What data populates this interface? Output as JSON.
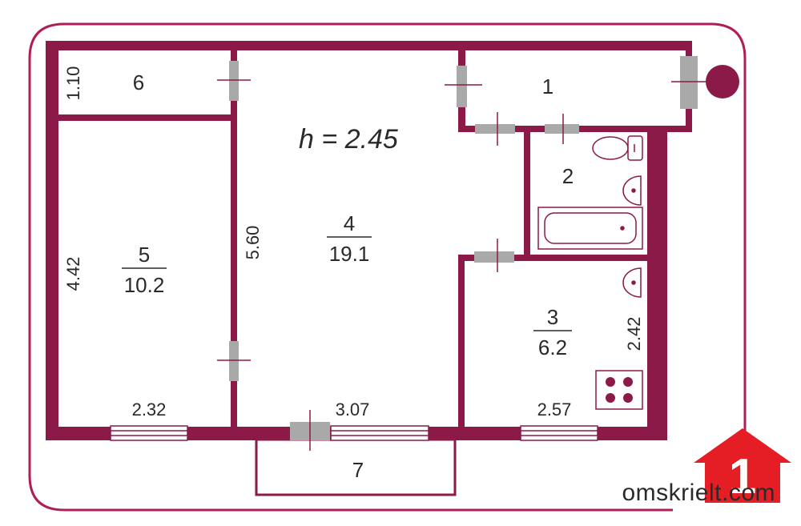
{
  "plan": {
    "ceiling_height": "h = 2.45",
    "rooms": [
      {
        "number": "1"
      },
      {
        "number": "2"
      },
      {
        "number": "3",
        "area": "6.2"
      },
      {
        "number": "4",
        "area": "19.1"
      },
      {
        "number": "5",
        "area": "10.2"
      },
      {
        "number": "6"
      },
      {
        "number": "7"
      }
    ],
    "dimensions": {
      "room6_height": "1.10",
      "room5_height": "4.42",
      "room4_height": "5.60",
      "room3_height": "2.42",
      "room5_width": "2.32",
      "room4_width": "3.07",
      "room3_width": "2.57"
    }
  },
  "watermark": {
    "site": "omskrielt.com",
    "logo_digit": "1"
  },
  "colors": {
    "wall": "#8b1a48",
    "border": "#b01e58",
    "logo_red": "#e51e25",
    "door_gray": "#a9a9a9",
    "text": "#2a2a2a"
  },
  "icons": {
    "toilet": "toilet-icon",
    "sink": "sink-icon",
    "bathtub": "bathtub-icon",
    "stove": "stove-icon",
    "logo": "house-logo-icon"
  }
}
